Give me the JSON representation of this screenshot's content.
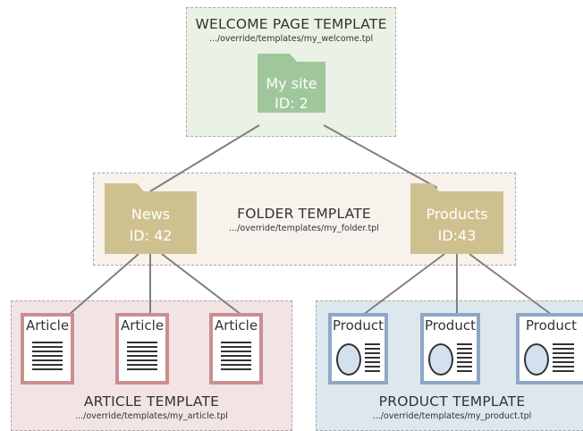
{
  "welcome": {
    "title": "WELCOME PAGE TEMPLATE",
    "path": ".../override/templates/my_welcome.tpl",
    "node": {
      "name": "My site",
      "id": "ID: 2"
    }
  },
  "folder": {
    "title": "FOLDER TEMPLATE",
    "path": ".../override/templates/my_folder.tpl",
    "news": {
      "name": "News",
      "id": "ID: 42"
    },
    "products": {
      "name": "Products",
      "id": "ID:43"
    }
  },
  "article": {
    "title": "ARTICLE TEMPLATE",
    "path": ".../override/templates/my_article.tpl",
    "items": [
      "Article",
      "Article",
      "Article"
    ]
  },
  "product": {
    "title": "PRODUCT TEMPLATE",
    "path": ".../override/templates/my_product.tpl",
    "items": [
      "Product",
      "Product",
      "Product"
    ]
  },
  "colors": {
    "welcome_bg": "#e9f2e5",
    "welcome_folder": "#9fc79b",
    "folder_bg": "#f7f3ec",
    "folder_icon": "#cfc18f",
    "article_bg": "#f2e4e4",
    "article_border": "#c98f8f",
    "product_bg": "#dde7ee",
    "product_border": "#8ea8c4"
  }
}
